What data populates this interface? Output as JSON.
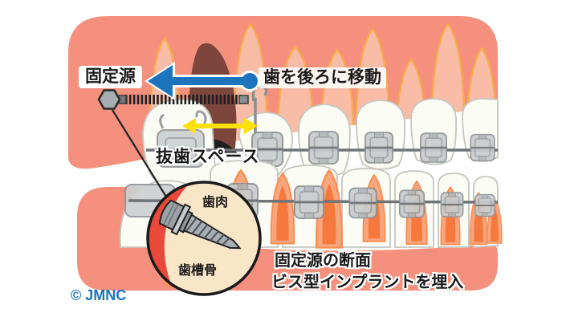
{
  "figure": {
    "title_meaning": "orthodontic-implant-anchorage-diagram",
    "labels": {
      "anchorage": "固定源",
      "move_back": "歯を後ろに移動",
      "extraction_space": "抜歯スペース",
      "gingiva": "歯肉",
      "alveolar_bone": "歯槽骨",
      "inset_caption_line1": "固定源の断面",
      "inset_caption_line2": "ビス型インプラントを埋入",
      "copyright": "© JMNC"
    },
    "icons": {
      "left_arrow": "blue left-pointing movement arrow with round tail dot",
      "double_arrow": "yellow double-headed space arrow",
      "coil_spring": "black closed-coil spring",
      "hex_screw_head": "gray hexagonal mini-screw head",
      "hook": "gray wire hook onto archwire",
      "screw_implant": "gray bis-type implant screw in cross-section",
      "braces_bracket": "metal orthodontic bracket on archwire"
    },
    "colors": {
      "gum_salmon": "#F4907D",
      "root_petal_fill": "#F9BCA6",
      "root_petal_outline": "#F7AA4E",
      "dark_root": "#7D453C",
      "socket_shadow": "#1E1E1E",
      "tooth_white": "#FCFCF7",
      "tooth_outline": "#C5C6BE",
      "bracket_gray": "#C9CCCE",
      "wire_gray": "#6F7376",
      "arrow_blue": "#1C75BC",
      "arrow_yellow": "#FFE100",
      "flame_outer": "#F9A57E",
      "flame_core": "#F5793C",
      "flame_outline": "#F78D4E",
      "inset_bone_cream": "#F9E6C8",
      "inset_gingiva_red": "#E8493B",
      "inset_blue": "#C4EAF1",
      "copyright_blue": "#1C75BC"
    }
  }
}
